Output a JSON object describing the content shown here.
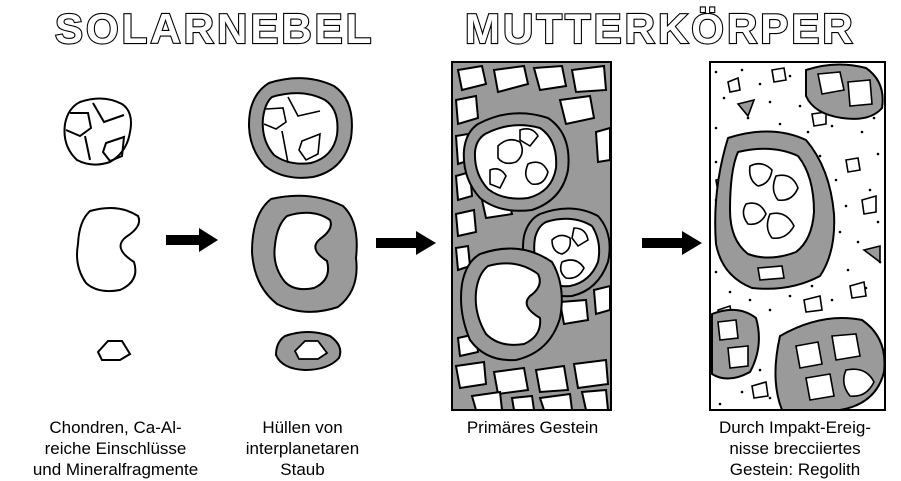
{
  "headings": {
    "left": "SOLARNEBEL",
    "right": "MUTTERKÖRPER"
  },
  "captions": {
    "col1": [
      "Chondren, Ca-Al-",
      "reiche Einschlüsse",
      "und Mineralfragmente"
    ],
    "col2": [
      "Hüllen von",
      "interplanetaren",
      "Staub"
    ],
    "col3": [
      "Primäres Gestein"
    ],
    "col4": [
      "Durch Impakt-Ereig-",
      "nisse brecciiertes",
      "Gestein: Regolith"
    ]
  },
  "colors": {
    "rim_gray": "#9a9a9a",
    "outline": "#000000",
    "background": "#ffffff"
  }
}
